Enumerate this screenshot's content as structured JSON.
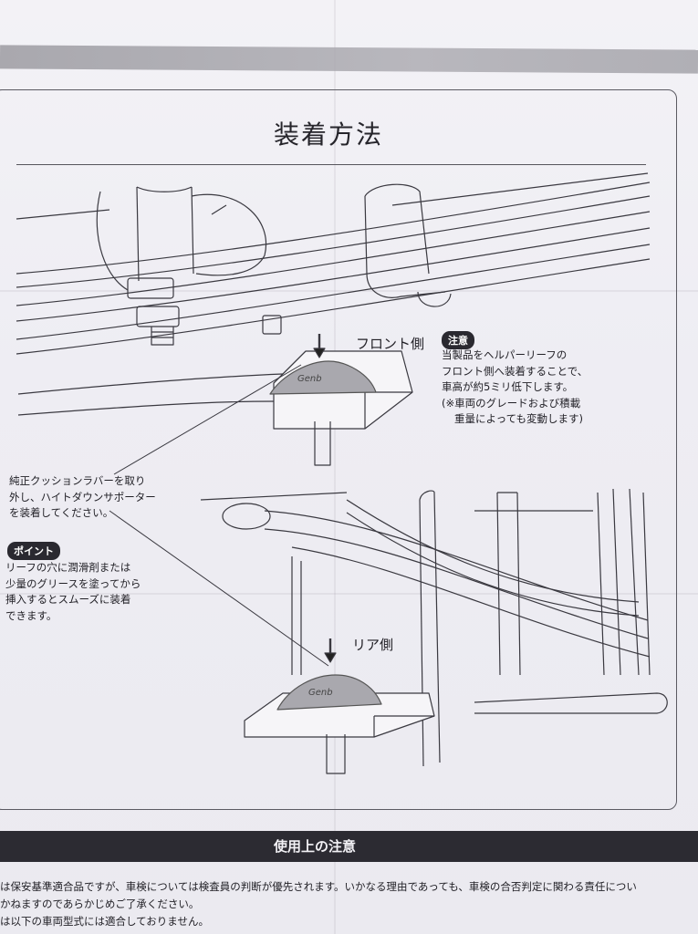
{
  "title": "装着方法",
  "front_label": "フロント側",
  "rear_label": "リア側",
  "part_brand": "Genb",
  "caution": {
    "badge": "注意",
    "lines": [
      "当製品をヘルパーリーフの",
      "フロント側へ装着することで、",
      "車高が約5ミリ低下します。",
      "(※車両のグレードおよび積載",
      "重量によっても変動します)"
    ]
  },
  "instruction": {
    "lines": [
      "純正クッションラバーを取り",
      "外し、ハイトダウンサポーター",
      "を装着してください。"
    ]
  },
  "point": {
    "badge": "ポイント",
    "lines": [
      "リーフの穴に潤滑剤または",
      "少量のグリースを塗ってから",
      "挿入するとスムーズに装着",
      "できます。"
    ]
  },
  "usage_section": {
    "title": "使用上の注意",
    "lines": [
      "は保安基準適合品ですが、車検については検査員の判断が優先されます。いかなる理由であっても、車検の合否判定に関わる責任につい",
      "かねますのであらかじめご了承ください。",
      "は以下の車両型式には適合しておりません。"
    ]
  }
}
